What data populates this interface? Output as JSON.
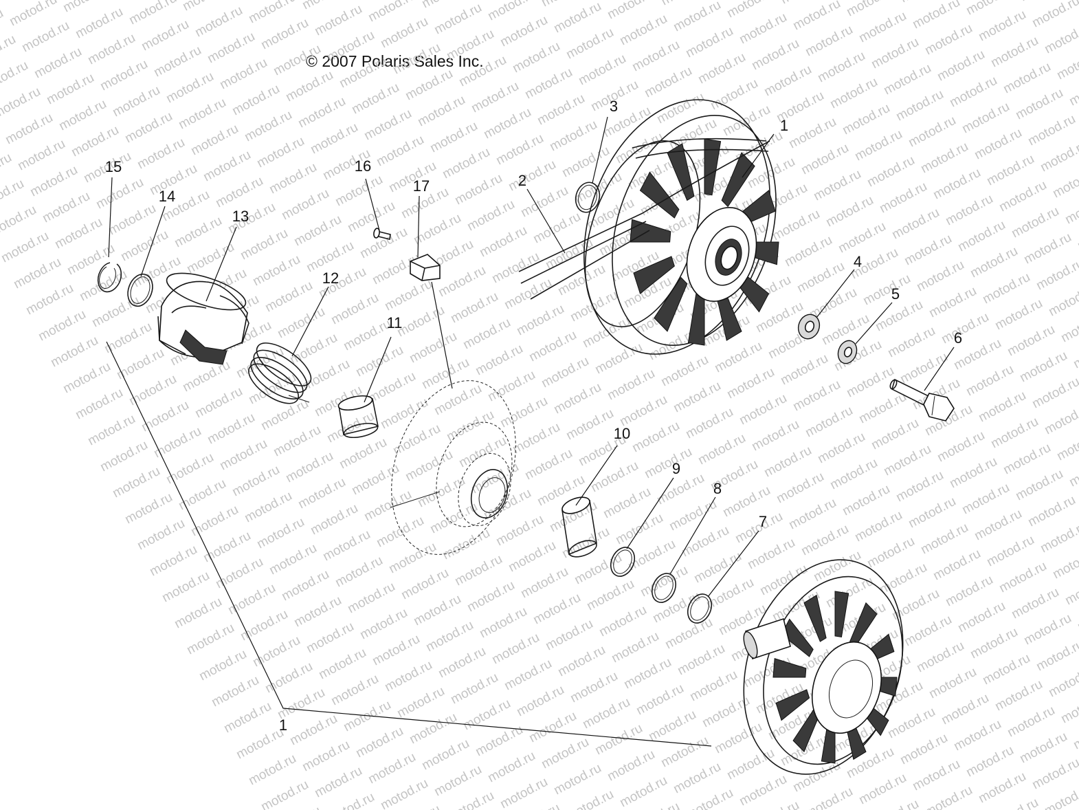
{
  "copyright": "© 2007 Polaris Sales Inc.",
  "watermark": "motod.ru",
  "callouts": {
    "c1_top": "1",
    "c1_bottom": "1",
    "c2": "2",
    "c3": "3",
    "c4": "4",
    "c5": "5",
    "c6": "6",
    "c7": "7",
    "c8": "8",
    "c9": "9",
    "c10": "10",
    "c11": "11",
    "c12": "12",
    "c13": "13",
    "c14": "14",
    "c15": "15",
    "c16": "16",
    "c17": "17"
  }
}
